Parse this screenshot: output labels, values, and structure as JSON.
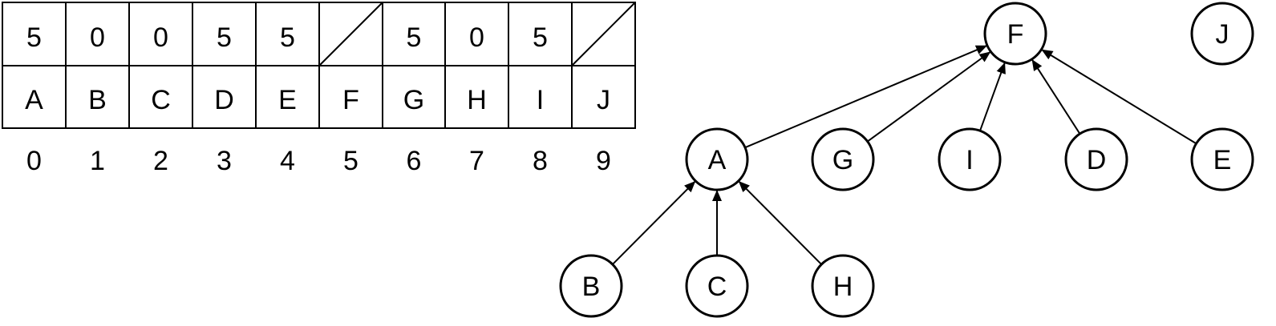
{
  "array_table": {
    "parent_row": [
      "5",
      "0",
      "0",
      "5",
      "5",
      "",
      "5",
      "0",
      "5",
      ""
    ],
    "parent_is_null": [
      false,
      false,
      false,
      false,
      false,
      true,
      false,
      false,
      false,
      true
    ],
    "label_row": [
      "A",
      "B",
      "C",
      "D",
      "E",
      "F",
      "G",
      "H",
      "I",
      "J"
    ],
    "index_row": [
      "0",
      "1",
      "2",
      "3",
      "4",
      "5",
      "6",
      "7",
      "8",
      "9"
    ]
  },
  "forest": {
    "nodes": [
      {
        "id": "F",
        "label": "F"
      },
      {
        "id": "J",
        "label": "J"
      },
      {
        "id": "A",
        "label": "A"
      },
      {
        "id": "G",
        "label": "G"
      },
      {
        "id": "I",
        "label": "I"
      },
      {
        "id": "D",
        "label": "D"
      },
      {
        "id": "E",
        "label": "E"
      },
      {
        "id": "B",
        "label": "B"
      },
      {
        "id": "C",
        "label": "C"
      },
      {
        "id": "H",
        "label": "H"
      }
    ],
    "edges": [
      {
        "from": "A",
        "to": "F"
      },
      {
        "from": "G",
        "to": "F"
      },
      {
        "from": "I",
        "to": "F"
      },
      {
        "from": "D",
        "to": "F"
      },
      {
        "from": "E",
        "to": "F"
      },
      {
        "from": "B",
        "to": "A"
      },
      {
        "from": "C",
        "to": "A"
      },
      {
        "from": "H",
        "to": "A"
      }
    ]
  }
}
